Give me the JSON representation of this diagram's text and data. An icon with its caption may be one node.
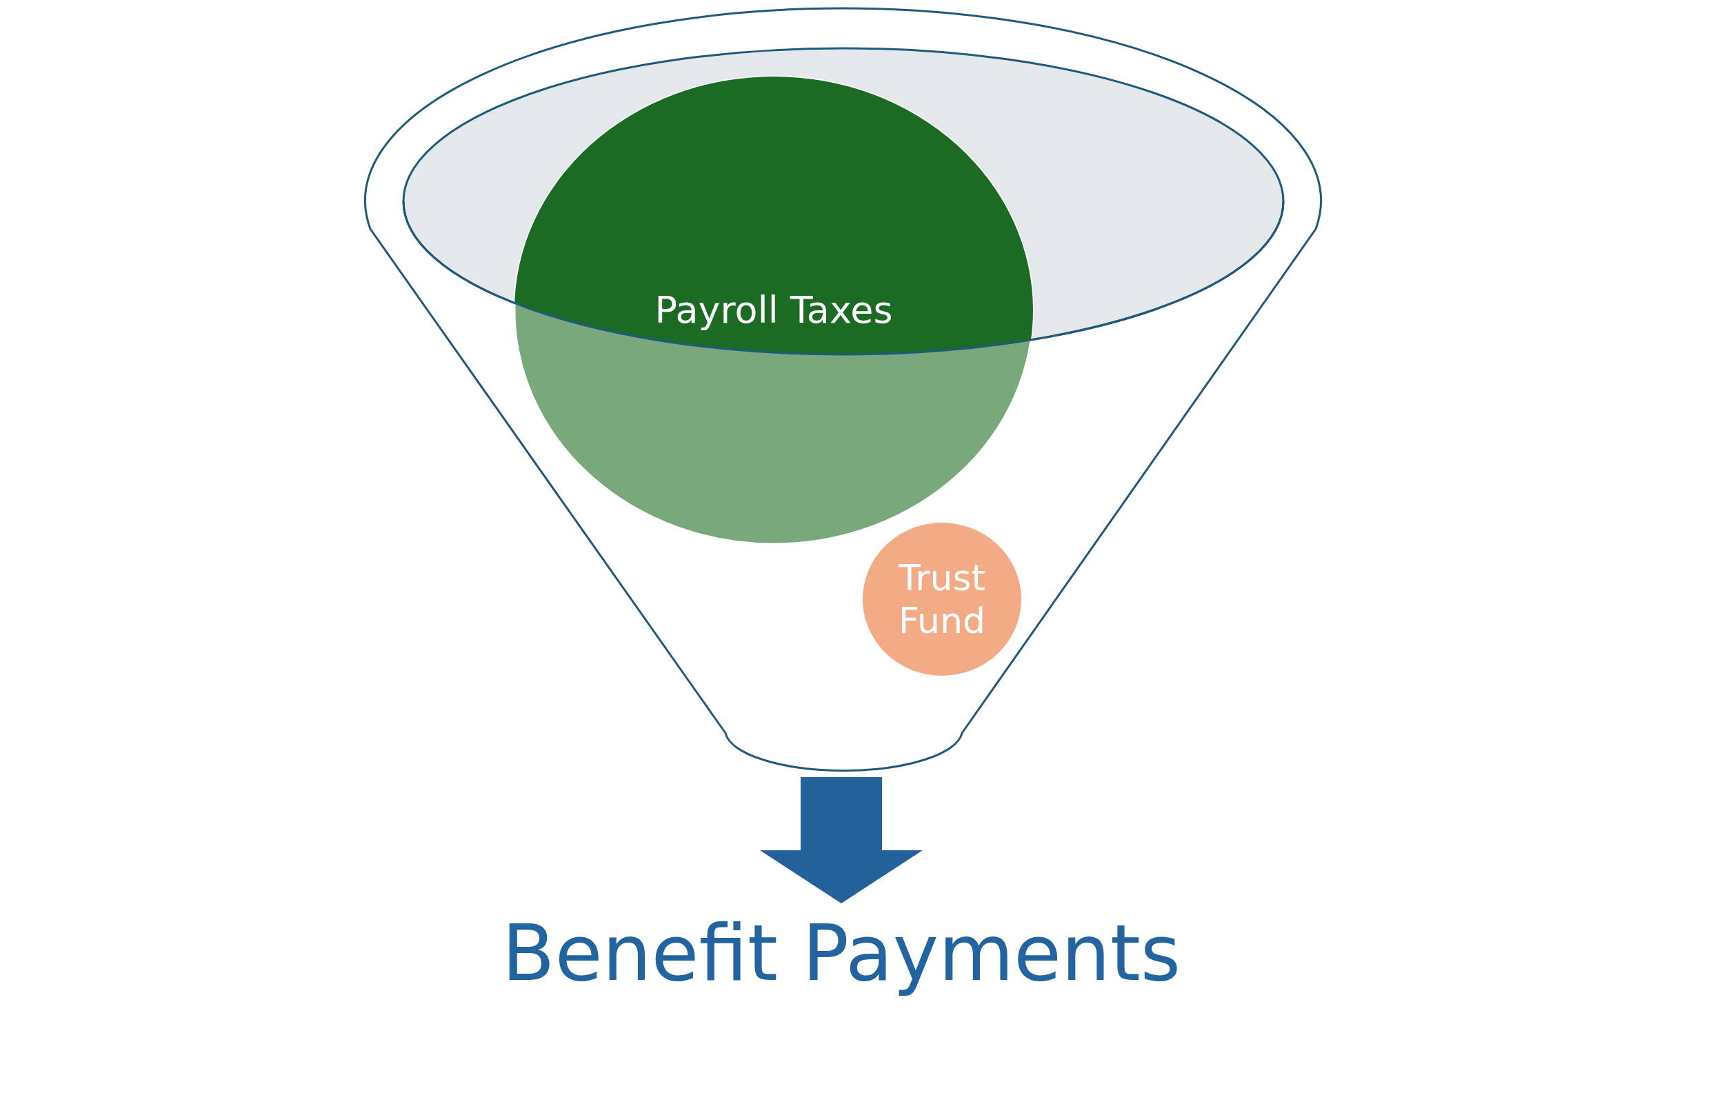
{
  "diagram": {
    "nodes": [
      {
        "text": [],
        "shape": "funnel"
      },
      {
        "text": [
          "Payroll Taxes"
        ],
        "in": 0
      },
      {
        "text": [
          "Trust Fund"
        ],
        "in": 0
      },
      {
        "text": [
          "Benefit Payments"
        ]
      }
    ],
    "edges": [
      {
        "from": 0,
        "to": 3,
        "arrow": "to"
      }
    ]
  }
}
